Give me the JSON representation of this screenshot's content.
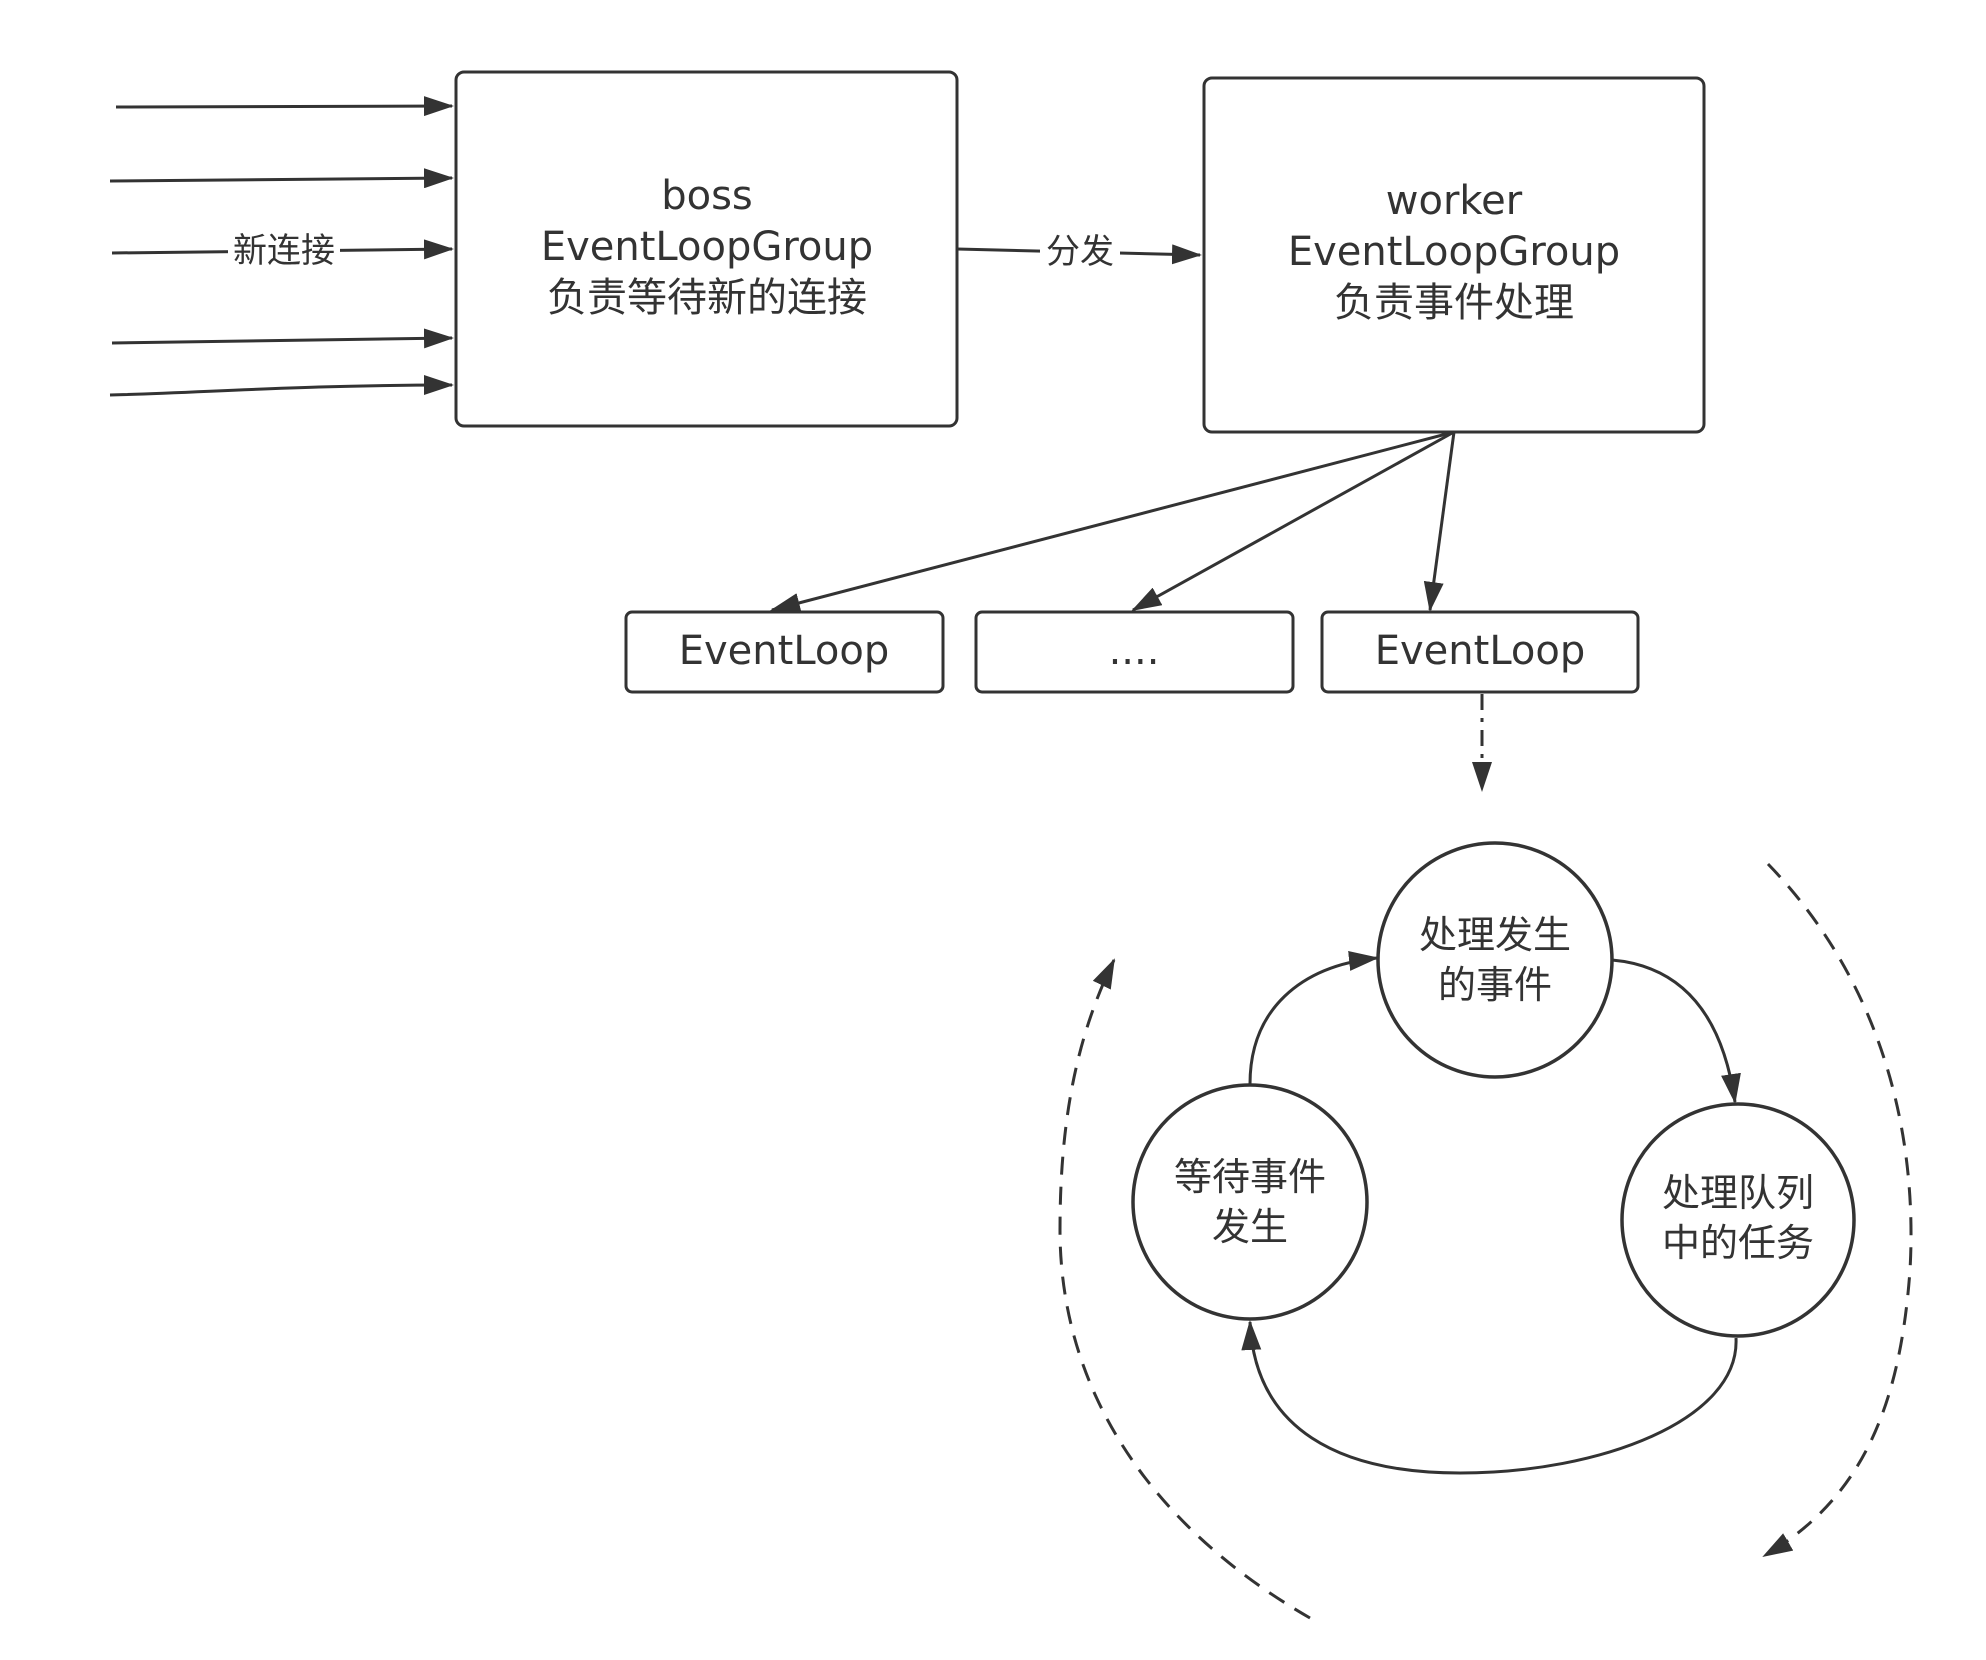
{
  "boss": {
    "line1": "boss",
    "line2": "EventLoopGroup",
    "line3": "负责等待新的连接"
  },
  "worker": {
    "line1": "worker",
    "line2": "EventLoopGroup",
    "line3": "负责事件处理"
  },
  "edges": {
    "new_connection": "新连接",
    "dispatch": "分发"
  },
  "event_loops": {
    "left": "EventLoop",
    "middle": "....",
    "right": "EventLoop"
  },
  "cycle": {
    "handle_events": {
      "line1": "处理发生",
      "line2": "的事件"
    },
    "handle_tasks": {
      "line1": "处理队列",
      "line2": "中的任务"
    },
    "wait_events": {
      "line1": "等待事件",
      "line2": "发生"
    }
  },
  "colors": {
    "stroke": "#333333",
    "background": "#ffffff"
  }
}
